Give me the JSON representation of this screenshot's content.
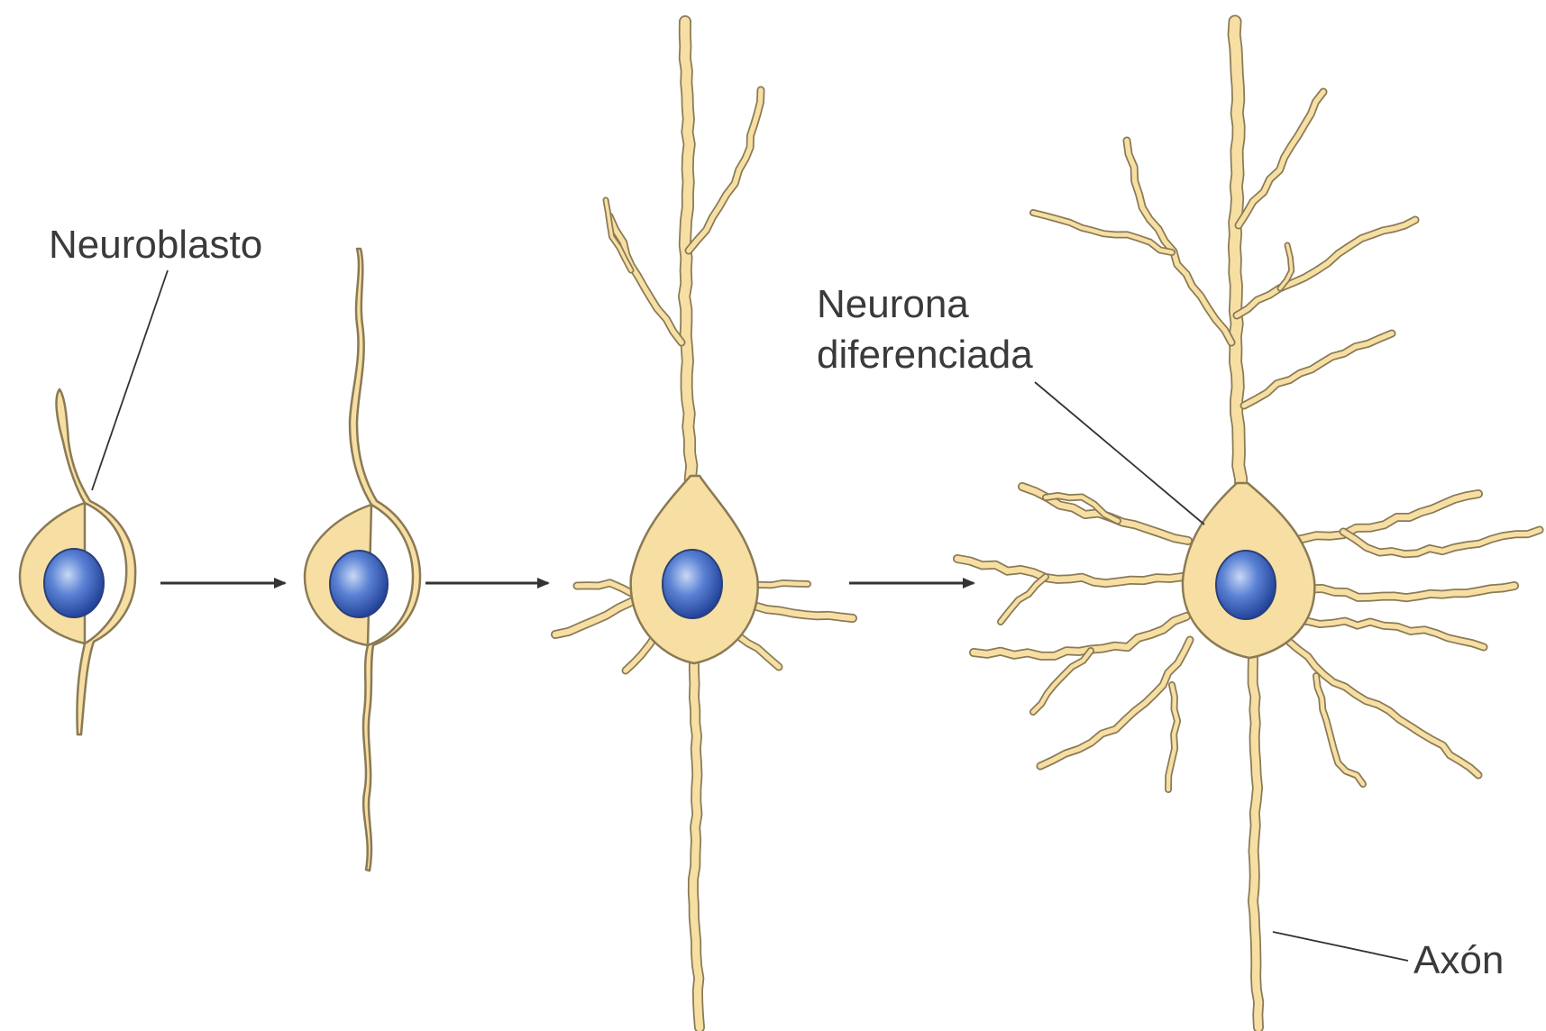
{
  "labels": {
    "neuroblast": "Neuroblasto",
    "differentiated_line1": "Neurona",
    "differentiated_line2": "diferenciada",
    "axon": "Axón"
  },
  "colors": {
    "cytoplasm": "#f7dfa3",
    "outline": "#8a7a55",
    "nucleus": "#2f5fbf",
    "nucleus_highlight": "#b9cdf2",
    "arrow": "#333333",
    "text": "#3a3a3a"
  },
  "stages": [
    {
      "name": "stage-1-neuroblast"
    },
    {
      "name": "stage-2-bipolar"
    },
    {
      "name": "stage-3-early-neuron"
    },
    {
      "name": "stage-4-differentiated-neuron"
    }
  ],
  "arrows": [
    {
      "name": "arrow-1-to-2"
    },
    {
      "name": "arrow-2-to-3"
    },
    {
      "name": "arrow-3-to-4"
    }
  ]
}
